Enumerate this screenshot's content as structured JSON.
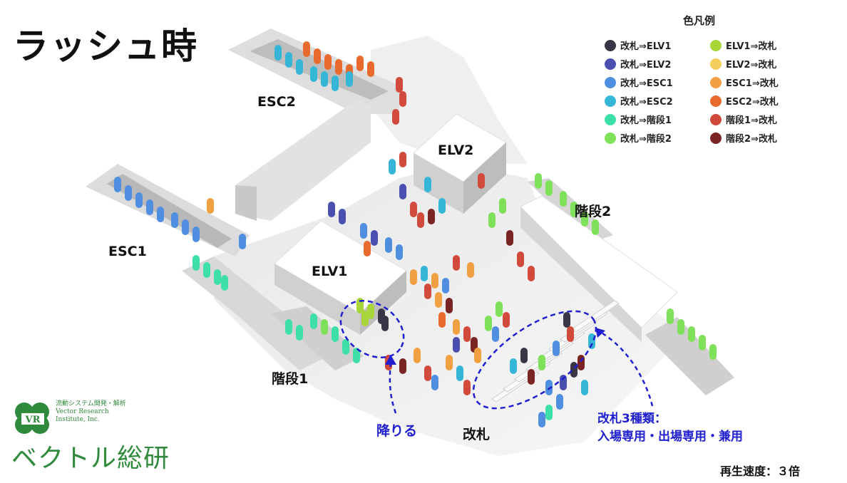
{
  "title": "ラッシュ時",
  "labels": {
    "esc2": "ESC2",
    "esc1": "ESC1",
    "elv1": "ELV1",
    "elv2": "ELV2",
    "stairs1": "階段1",
    "stairs2": "階段2",
    "gate": "改札"
  },
  "annotations": {
    "descend": "降りる",
    "gate_types_line1": "改札3種類：",
    "gate_types_line2": "入場専用・出場専用・兼用"
  },
  "legend": {
    "title": "色凡例",
    "items": [
      {
        "label": "改札⇒ELV1",
        "color": "#3a3545"
      },
      {
        "label": "改札⇒ELV2",
        "color": "#4a4fb0"
      },
      {
        "label": "改札⇒ESC1",
        "color": "#4f8ee0"
      },
      {
        "label": "改札⇒ESC2",
        "color": "#36b6d6"
      },
      {
        "label": "改札⇒階段1",
        "color": "#3ee0a8"
      },
      {
        "label": "改札⇒階段2",
        "color": "#7fe05a"
      },
      {
        "label": "ELV1⇒改札",
        "color": "#a8d63a"
      },
      {
        "label": "ELV2⇒改札",
        "color": "#f2cf5c"
      },
      {
        "label": "ESC1⇒改札",
        "color": "#f0a040"
      },
      {
        "label": "ESC2⇒改札",
        "color": "#e86a2c"
      },
      {
        "label": "階段1⇒改札",
        "color": "#d24a3c"
      },
      {
        "label": "階段2⇒改札",
        "color": "#7a2424"
      }
    ]
  },
  "playback": "再生速度：３倍",
  "logo": {
    "name": "ベクトル総研",
    "tagline": "流動システム開発・解析",
    "company_line1": "Vector Research",
    "company_line2": "Institute, Inc.",
    "mark": "VR"
  }
}
